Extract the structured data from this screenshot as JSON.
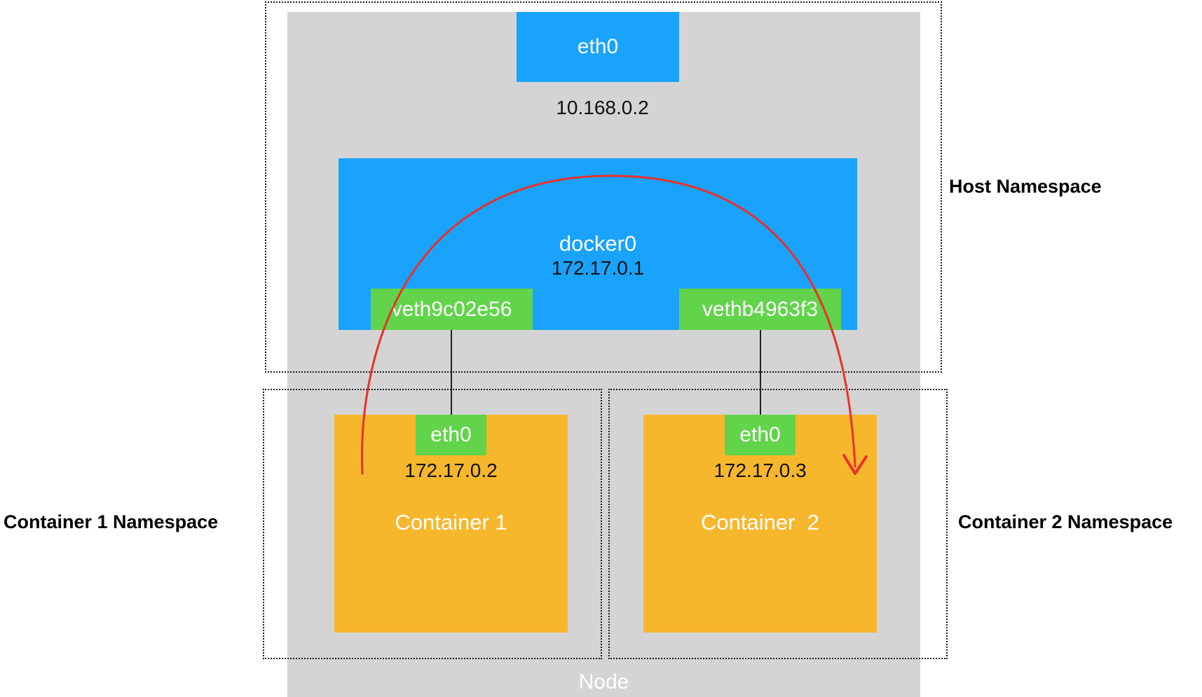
{
  "node": {
    "label": "Node"
  },
  "host_namespace": {
    "label": "Host Namespace",
    "eth0": {
      "label": "eth0",
      "ip": "10.168.0.2"
    },
    "docker0": {
      "label": "docker0",
      "ip": "172.17.0.1"
    },
    "veths": [
      {
        "label": "veth9c02e56"
      },
      {
        "label": "vethb4963f3"
      }
    ]
  },
  "container1": {
    "namespace_label": "Container 1 Namespace",
    "label": "Container 1",
    "eth0": {
      "label": "eth0",
      "ip": "172.17.0.2"
    }
  },
  "container2": {
    "namespace_label": "Container 2 Namespace",
    "label": "Container  2",
    "eth0": {
      "label": "eth0",
      "ip": "172.17.0.3"
    }
  },
  "colors": {
    "node_bg": "#d4d4d4",
    "interface_blue": "#1aa3fc",
    "veth_green": "#62d44b",
    "container_orange": "#f7b72d",
    "arrow_red": "#e8312a"
  }
}
